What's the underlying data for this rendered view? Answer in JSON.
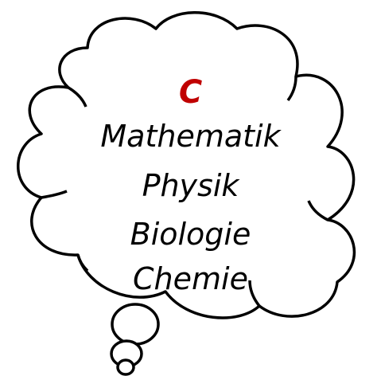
{
  "bubble": {
    "heading": "C",
    "subjects": [
      "Mathematik",
      "Physik",
      "Biologie",
      "Chemie"
    ]
  },
  "colors": {
    "heading": "#c00000",
    "text": "#000000",
    "outline": "#000000",
    "fill": "#ffffff"
  }
}
